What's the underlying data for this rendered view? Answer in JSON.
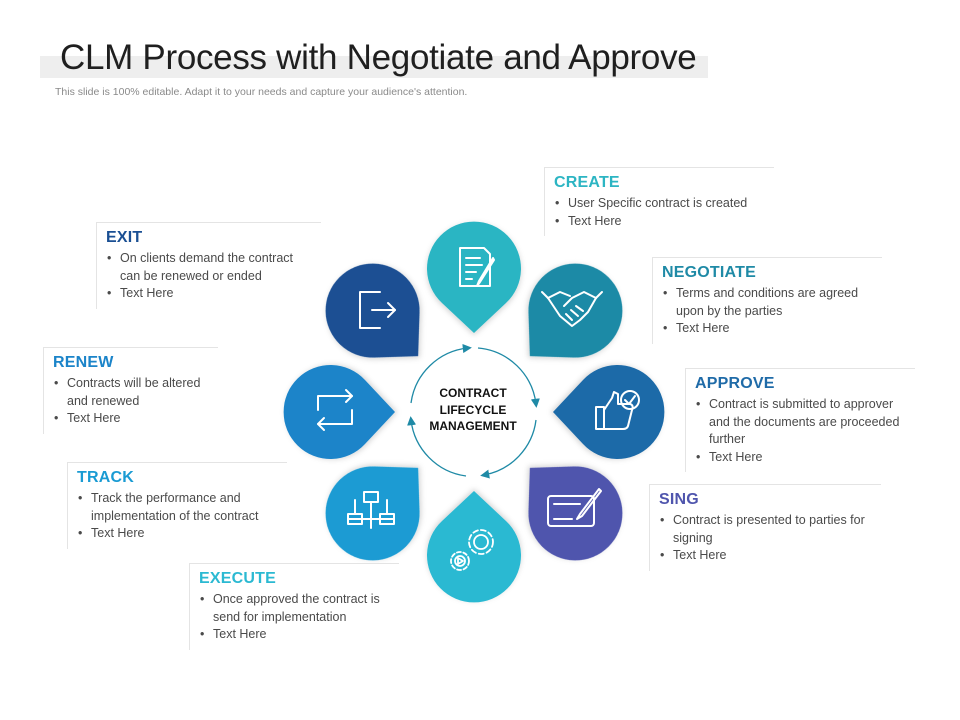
{
  "header": {
    "title": "CLM Process with Negotiate and Approve",
    "subtitle": "This slide is 100% editable. Adapt it to your needs and capture your audience's attention."
  },
  "center": {
    "label_line1": "CONTRACT",
    "label_line2": "LIFECYCLE",
    "label_line3": "MANAGEMENT"
  },
  "stages": {
    "create": {
      "title": "CREATE",
      "color": "#2cb5c3",
      "icon": "document-edit-icon",
      "bullets": [
        "User Specific contract is created",
        "Text Here"
      ]
    },
    "negotiate": {
      "title": "NEGOTIATE",
      "color": "#1f8aa6",
      "icon": "handshake-icon",
      "bullets": [
        "Terms and conditions are agreed upon by the parties",
        "Text Here"
      ]
    },
    "approve": {
      "title": "APPROVE",
      "color": "#1f6ba8",
      "icon": "thumbs-up-check-icon",
      "bullets": [
        "Contract is submitted to approver and the documents are proceeded further",
        "Text Here"
      ]
    },
    "sing": {
      "title": "SING",
      "color": "#4f55ad",
      "icon": "signature-icon",
      "bullets": [
        "Contract is presented to parties for signing",
        "Text Here"
      ]
    },
    "execute": {
      "title": "EXECUTE",
      "color": "#2bb9d2",
      "icon": "gears-icon",
      "bullets": [
        "Once approved the contract is send for implementation",
        "Text Here"
      ]
    },
    "track": {
      "title": "TRACK",
      "color": "#1a9bd3",
      "icon": "flowchart-icon",
      "bullets": [
        "Track the performance and implementation of the contract",
        "Text Here"
      ]
    },
    "renew": {
      "title": "RENEW",
      "color": "#1b84c9",
      "icon": "renew-arrows-icon",
      "bullets": [
        "Contracts will be altered and renewed",
        "Text Here"
      ]
    },
    "exit": {
      "title": "EXIT",
      "color": "#1a4f93",
      "icon": "exit-icon",
      "bullets": [
        "On clients demand the contract can be renewed or ended",
        "Text Here"
      ]
    }
  }
}
